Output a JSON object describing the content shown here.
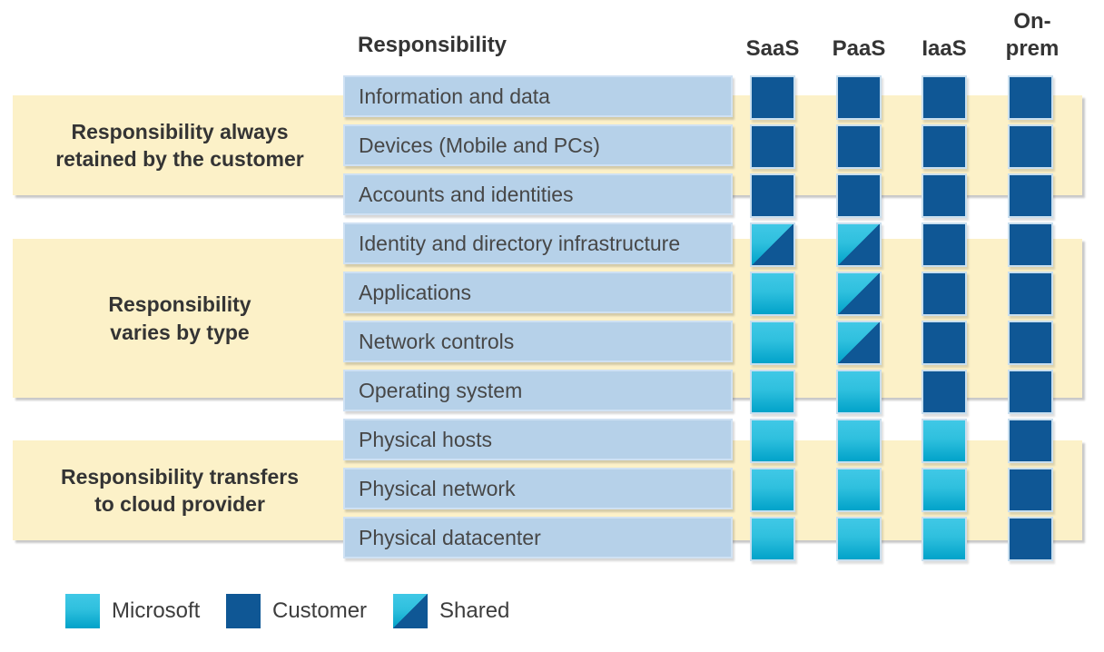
{
  "responsibility_header": "Responsibility",
  "columns": [
    {
      "label": "SaaS"
    },
    {
      "label": "PaaS"
    },
    {
      "label": "IaaS"
    },
    {
      "label": "On-prem"
    }
  ],
  "groups": [
    {
      "lines": [
        "Responsibility always",
        "retained by the customer"
      ]
    },
    {
      "lines": [
        "Responsibility",
        "varies by type"
      ]
    },
    {
      "lines": [
        "Responsibility transfers",
        "to cloud provider"
      ]
    }
  ],
  "rows": [
    {
      "label": "Information and data",
      "cells": [
        "customer",
        "customer",
        "customer",
        "customer"
      ]
    },
    {
      "label": "Devices (Mobile and PCs)",
      "cells": [
        "customer",
        "customer",
        "customer",
        "customer"
      ]
    },
    {
      "label": "Accounts and identities",
      "cells": [
        "customer",
        "customer",
        "customer",
        "customer"
      ]
    },
    {
      "label": "Identity and directory infrastructure",
      "cells": [
        "shared",
        "shared",
        "customer",
        "customer"
      ]
    },
    {
      "label": "Applications",
      "cells": [
        "microsoft",
        "shared",
        "customer",
        "customer"
      ]
    },
    {
      "label": "Network controls",
      "cells": [
        "microsoft",
        "shared",
        "customer",
        "customer"
      ]
    },
    {
      "label": "Operating system",
      "cells": [
        "microsoft",
        "microsoft",
        "customer",
        "customer"
      ]
    },
    {
      "label": "Physical hosts",
      "cells": [
        "microsoft",
        "microsoft",
        "microsoft",
        "customer"
      ]
    },
    {
      "label": "Physical network",
      "cells": [
        "microsoft",
        "microsoft",
        "microsoft",
        "customer"
      ]
    },
    {
      "label": "Physical datacenter",
      "cells": [
        "microsoft",
        "microsoft",
        "microsoft",
        "customer"
      ]
    }
  ],
  "legend": {
    "items": [
      {
        "label": "Microsoft",
        "type": "microsoft"
      },
      {
        "label": "Customer",
        "type": "customer"
      },
      {
        "label": "Shared",
        "type": "shared"
      }
    ]
  },
  "colors": {
    "customer_blue": "#0f5795",
    "microsoft_cyan_top": "#40c8e6",
    "microsoft_cyan_mid": "#2fc0de",
    "microsoft_cyan_bottom": "#01a2c9",
    "row_fill": "#b6d1e9",
    "row_border": "#cfe1f3",
    "cell_border": "#c9dfef",
    "band_fill": "#fcf1c8",
    "heading_text": "#343434",
    "row_text": "#474747",
    "legend_text": "#3d3d3d"
  }
}
